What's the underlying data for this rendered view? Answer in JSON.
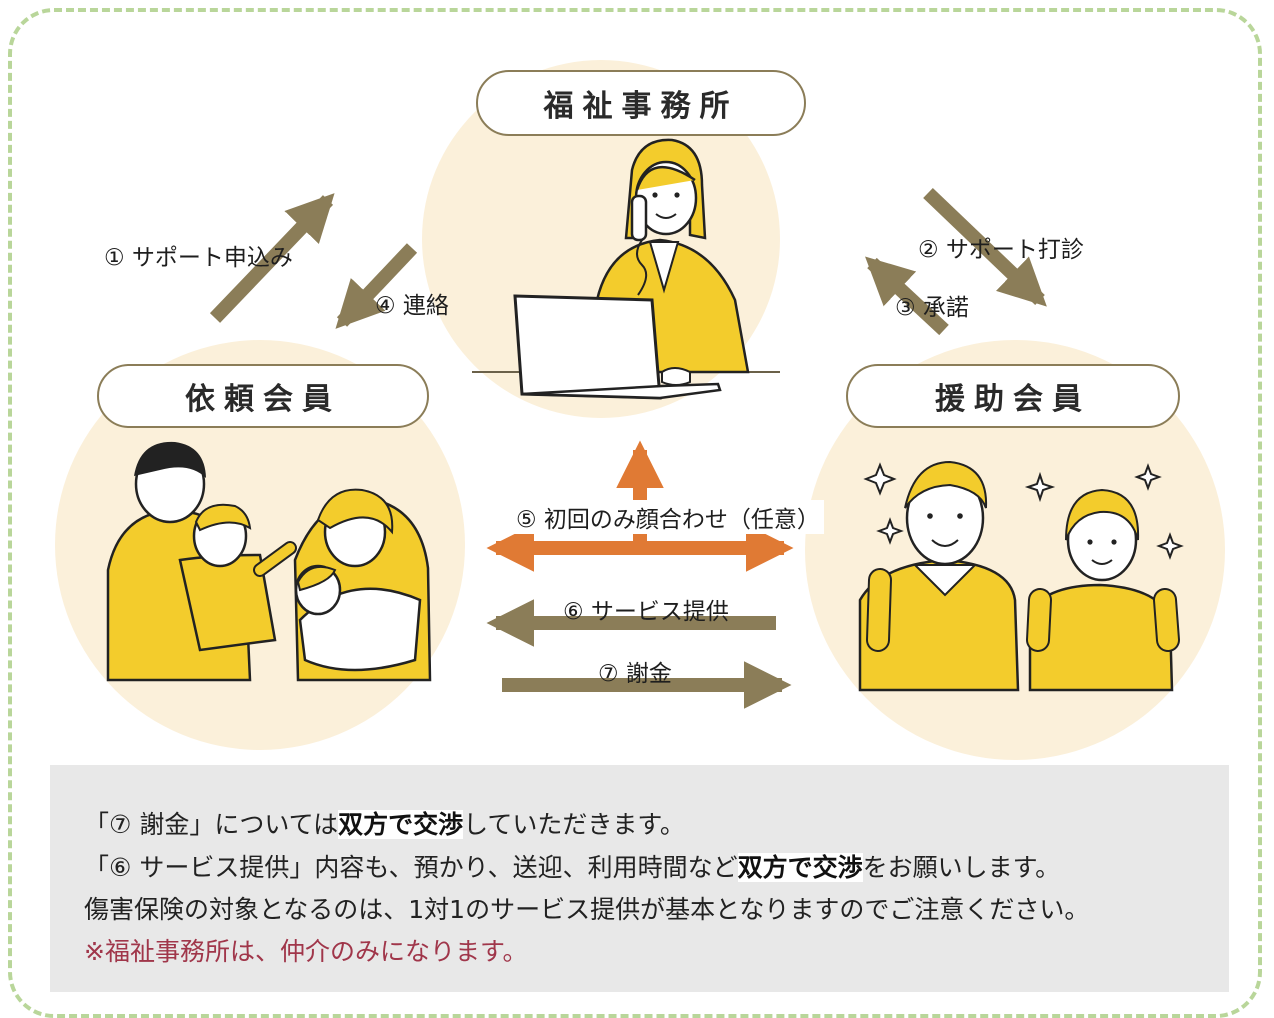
{
  "roles": {
    "office": "福祉事務所",
    "requester": "依頼会員",
    "helper": "援助会員"
  },
  "steps": {
    "s1": "① サポート申込み",
    "s2": "② サポート打診",
    "s3": "③ 承諾",
    "s4": "④ 連絡",
    "s5": "⑤ 初回のみ顔合わせ（任意）",
    "s6": "⑥ サービス提供",
    "s7": "⑦ 謝金"
  },
  "notes": {
    "line1": {
      "pre": "「⑦ 謝金」については",
      "emph": "双方で交渉",
      "post": "していただきます。"
    },
    "line2": {
      "pre": "「⑥ サービス提供」内容も、預かり、送迎、利用時間など",
      "emph": "双方で交渉",
      "post": "をお願いします。"
    },
    "line3": "傷害保険の対象となるのは、1対1のサービス提供が基本となりますのでご注意ください。",
    "line4": "※福祉事務所は、仲介のみになります。"
  },
  "colors": {
    "frame": "#b9d69a",
    "circle": "#fbf0da",
    "arrow": "#8b7d58",
    "accent_arrow": "#e07a34",
    "figure": "#f3cc2c",
    "warning_text": "#a0364a"
  },
  "icons": [
    "office-worker-on-phone-icon",
    "laptop-icon",
    "family-icon",
    "senior-couple-icon",
    "sparkle-icon"
  ]
}
